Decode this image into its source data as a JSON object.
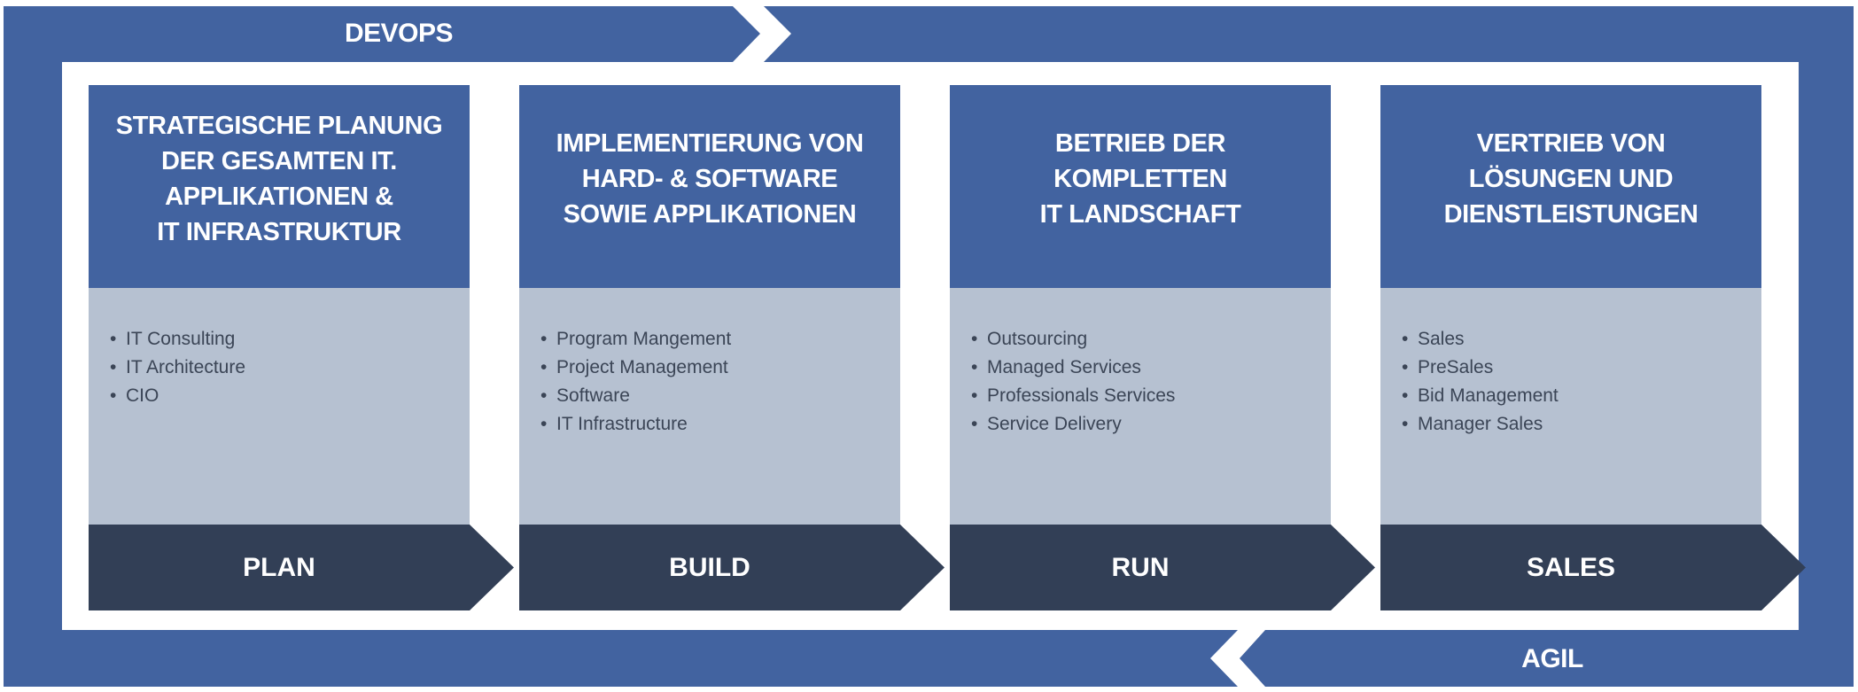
{
  "colors": {
    "frame_blue": "#4263a0",
    "body_gray": "#b6c1d1",
    "phase_dark": "#323f56"
  },
  "top_band": {
    "label": "DEVOPS"
  },
  "bottom_band": {
    "label": "AGIL"
  },
  "cards": [
    {
      "heading": "STRATEGISCHE PLANUNG\nDER GESAMTEN IT.\nAPPLIKATIONEN &\nIT INFRASTRUKTUR",
      "items": [
        "IT Consulting",
        "IT Architecture",
        "CIO"
      ],
      "phase": "PLAN"
    },
    {
      "heading": "IMPLEMENTIERUNG VON\nHARD- & SOFTWARE\nSOWIE APPLIKATIONEN",
      "items": [
        "Program Mangement",
        "Project Management",
        "Software",
        "IT Infrastructure"
      ],
      "phase": "BUILD"
    },
    {
      "heading": "BETRIEB DER\nKOMPLETTEN\nIT LANDSCHAFT",
      "items": [
        "Outsourcing",
        "Managed Services",
        "Professionals Services",
        "Service Delivery"
      ],
      "phase": "RUN"
    },
    {
      "heading": "VERTRIEB VON\nLÖSUNGEN UND\nDIENSTLEISTUNGEN",
      "items": [
        "Sales",
        "PreSales",
        "Bid Management",
        "Manager Sales"
      ],
      "phase": "SALES"
    }
  ]
}
